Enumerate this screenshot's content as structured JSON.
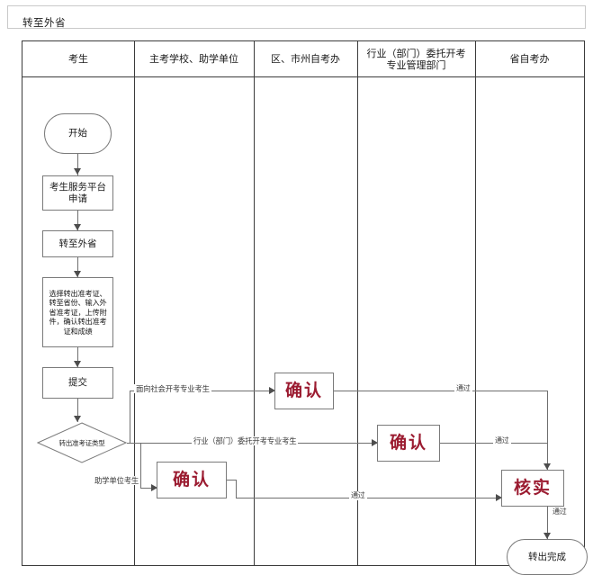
{
  "window": {
    "title": "转至外省"
  },
  "lanes": [
    {
      "id": "candidate",
      "label": "考生"
    },
    {
      "id": "school",
      "label": "主考学校、助学单位"
    },
    {
      "id": "district",
      "label": "区、市州自考办"
    },
    {
      "id": "industry",
      "label": "行业（部门）委托开考\n专业管理部门"
    },
    {
      "id": "province",
      "label": "省自考办"
    }
  ],
  "nodes": [
    {
      "id": "start",
      "label": "开始",
      "shape": "terminator",
      "lane": "candidate"
    },
    {
      "id": "apply",
      "label": "考生服务平台\n申请",
      "shape": "process",
      "lane": "candidate"
    },
    {
      "id": "transfer-out",
      "label": "转至外省",
      "shape": "process",
      "lane": "candidate"
    },
    {
      "id": "select-info",
      "label": "选择转出准考证、转至省份、输入外省准考证，上传附件，确认转出准考证和成绩",
      "shape": "process",
      "lane": "candidate"
    },
    {
      "id": "submit",
      "label": "提交",
      "shape": "process",
      "lane": "candidate"
    },
    {
      "id": "decision",
      "label": "转出准考证类型",
      "shape": "decision",
      "lane": "candidate"
    },
    {
      "id": "confirm-school",
      "label": "确认",
      "shape": "process",
      "lane": "school",
      "emphasis": "red"
    },
    {
      "id": "confirm-district",
      "label": "确认",
      "shape": "process",
      "lane": "district",
      "emphasis": "red"
    },
    {
      "id": "confirm-industry",
      "label": "确认",
      "shape": "process",
      "lane": "industry",
      "emphasis": "red"
    },
    {
      "id": "verify",
      "label": "核实",
      "shape": "process",
      "lane": "province",
      "emphasis": "red"
    },
    {
      "id": "finish",
      "label": "转出完成",
      "shape": "terminator",
      "lane": "province"
    }
  ],
  "edge_labels": {
    "society_major": "面向社会开考专业考生",
    "industry_major": "行业（部门）委托开考专业考生",
    "support_unit": "助学单位考生",
    "pass_top": "通过",
    "pass_mid": "通过",
    "pass_low": "通过",
    "pass_final": "通过"
  },
  "colors": {
    "emphasis": "#9b1b30",
    "node_border": "#7a7a7a",
    "lane_border": "#3b3b3b",
    "connector": "#6f6f6f",
    "background": "#ffffff"
  }
}
